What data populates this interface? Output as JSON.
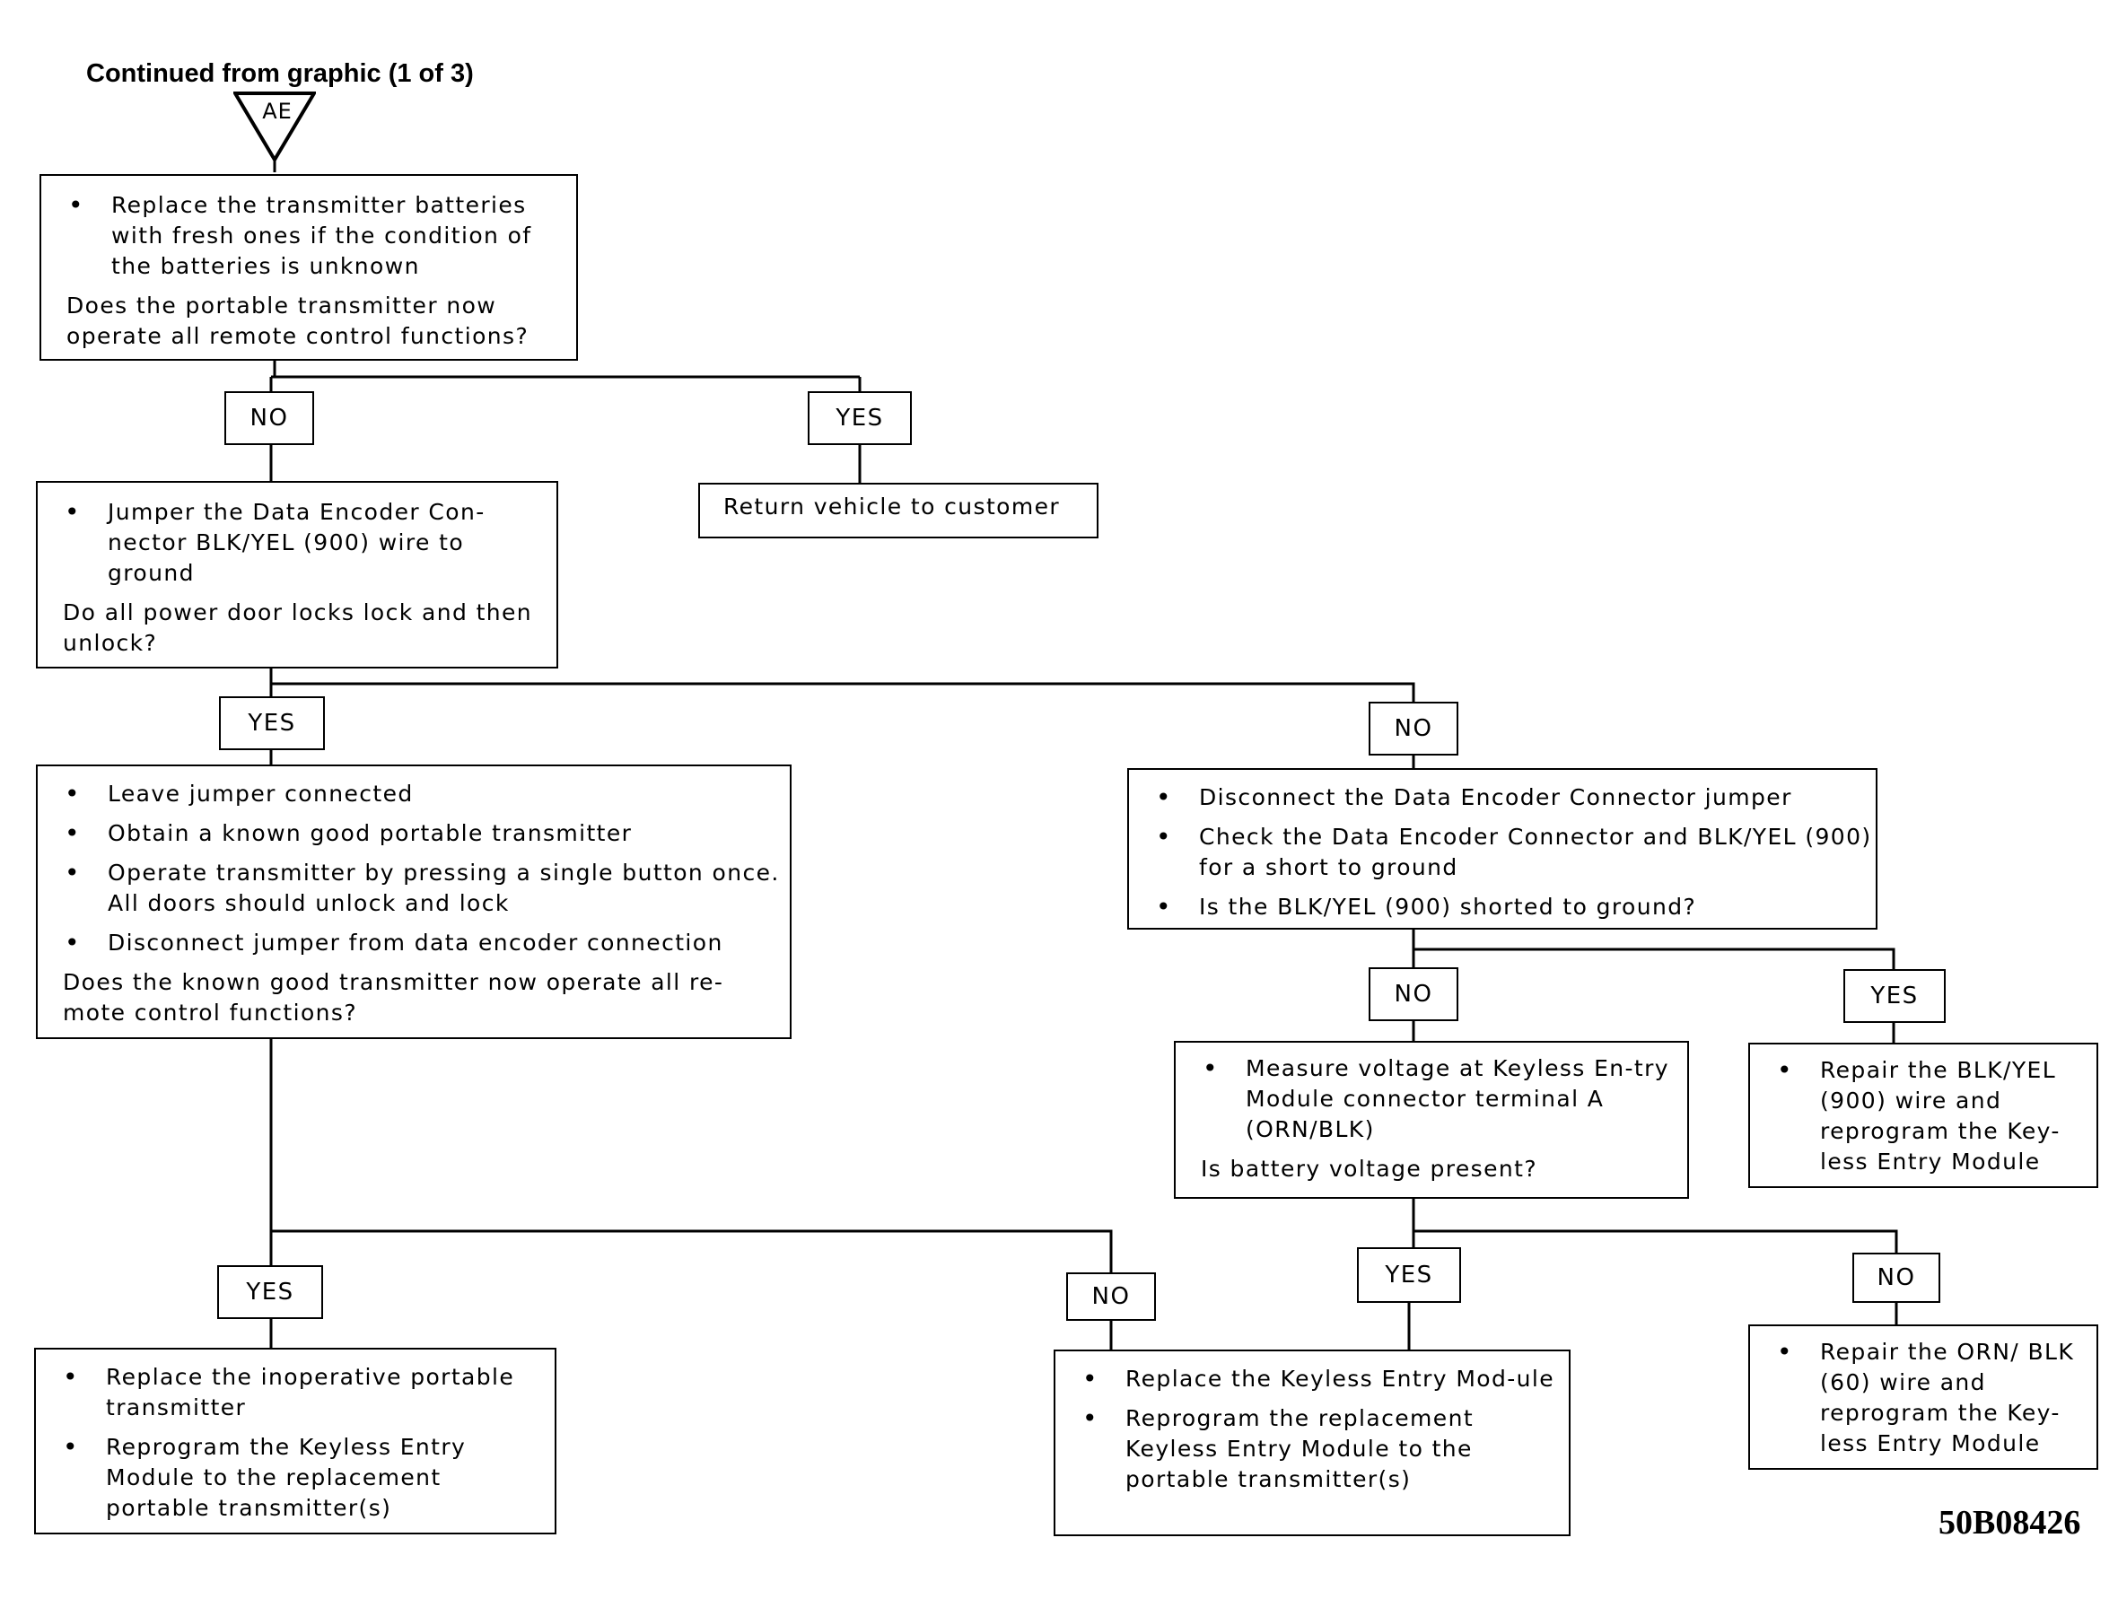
{
  "header": {
    "continued_text": "Continued from graphic (1 of 3)",
    "connector_label": "AE"
  },
  "figure_id": "50B08426",
  "boxes": {
    "b1": {
      "bullets": [
        "Replace the transmitter batteries with fresh ones if the condition of the batteries is unknown"
      ],
      "question": "Does the portable transmitter now operate all remote control functions?"
    },
    "b2": {
      "text": "Return vehicle to customer"
    },
    "b3": {
      "bullets": [
        "Jumper the Data Encoder Con-nector BLK/YEL (900) wire to ground"
      ],
      "question": "Do all power door locks lock and then unlock?"
    },
    "b4": {
      "bullets": [
        "Leave jumper connected",
        "Obtain a known good portable transmitter",
        "Operate transmitter by pressing a single button once. All doors should unlock and lock",
        "Disconnect jumper from data encoder connection"
      ],
      "question": "Does the known good transmitter now operate all re-mote control functions?"
    },
    "b5": {
      "bullets": [
        "Disconnect the Data Encoder Connector jumper",
        "Check the Data Encoder Connector and BLK/YEL (900) for a short to ground",
        "Is the BLK/YEL (900) shorted to ground?"
      ]
    },
    "b6": {
      "bullets": [
        "Measure voltage at Keyless En-try Module connector terminal A (ORN/BLK)"
      ],
      "question": "Is battery voltage present?"
    },
    "b7": {
      "bullets": [
        "Repair the BLK/YEL (900) wire and reprogram the Key-less Entry Module"
      ]
    },
    "b8": {
      "bullets": [
        "Replace the inoperative portable transmitter",
        "Reprogram the Keyless Entry Module to the replacement portable transmitter(s)"
      ]
    },
    "b9": {
      "bullets": [
        "Replace the Keyless Entry Mod-ule",
        "Reprogram the replacement Keyless Entry Module to the portable transmitter(s)"
      ]
    },
    "b10": {
      "bullets": [
        "Repair the ORN/ BLK (60) wire and reprogram the Key-less Entry Module"
      ]
    }
  },
  "branch_labels": {
    "l1": "NO",
    "l2": "YES",
    "l3": "YES",
    "l4": "NO",
    "l5": "NO",
    "l6": "YES",
    "l7": "YES",
    "l8": "NO",
    "l9": "YES",
    "l10": "NO"
  }
}
